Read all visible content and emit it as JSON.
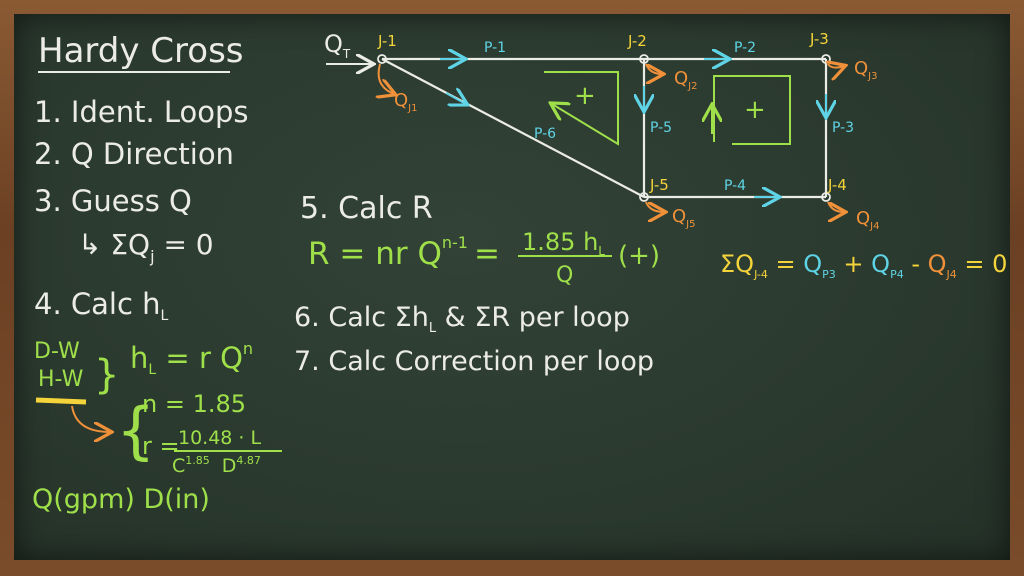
{
  "colors": {
    "white": "#ecece6",
    "green": "#9fe04a",
    "cyan": "#5fd4e6",
    "orange": "#f0913a",
    "yellow": "#f4d43a"
  },
  "left_panel": {
    "title": "Hardy Cross",
    "step1": "1. Ident. Loops",
    "step2": "2. Q  Direction",
    "step3": "3. Guess Q",
    "step3_sub": "↳ ΣQ",
    "step3_sub_j": "j",
    "step3_sub_eq": " = 0",
    "step4": "4. Calc h",
    "step4_sub": "L",
    "dw": "D-W",
    "hw": "H-W",
    "brace": "}",
    "hl_lhs": "h",
    "hl_lhs_sub": "L",
    "hl_rhs": " = r Q",
    "hl_exp": "n",
    "n_eq": "n = 1.85",
    "r_lhs": "r =",
    "r_num": "10.48 · L",
    "r_den_c": "C",
    "r_den_c_exp": "1.85",
    "r_den_d": "D",
    "r_den_d_exp": "4.87",
    "units": "Q(gpm) D(in)"
  },
  "middle_panel": {
    "step5": "5. Calc R",
    "r_formula_lhs": "R = nr Q",
    "r_formula_exp": "n-1",
    "r_formula_eq": "=",
    "r_frac_num": "1.85 h",
    "r_frac_num_sub": "L",
    "r_frac_den": "Q",
    "r_sign": "(+)",
    "step6": "6. Calc Σh",
    "step6_sub": "L",
    "step6_rest": " & ΣR per loop",
    "step7": "7. Calc Correction per loop"
  },
  "network": {
    "qt": "Q",
    "qt_sub": "T",
    "junctions": {
      "j1": "J-1",
      "j2": "J-2",
      "j3": "J-3",
      "j4": "J-4",
      "j5": "J-5"
    },
    "pipes": {
      "p1": "P-1",
      "p2": "P-2",
      "p3": "P-3",
      "p4": "P-4",
      "p5": "P-5",
      "p6": "P-6"
    },
    "demands": {
      "qj1": "Q",
      "qj1_sub": "J1",
      "qj2": "Q",
      "qj2_sub": "J2",
      "qj3": "Q",
      "qj3_sub": "J3",
      "qj4": "Q",
      "qj4_sub": "J4",
      "qj5": "Q",
      "qj5_sub": "J5"
    },
    "loop_sign_1": "+",
    "loop_sign_2": "+"
  },
  "balance": {
    "sigma": "ΣQ",
    "sigma_sub": "J-4",
    "eq": " = ",
    "qp3": "Q",
    "qp3_sub": "P3",
    "plus": " + ",
    "qp4": "Q",
    "qp4_sub": "P4",
    "minus": " - ",
    "qj4": "Q",
    "qj4_sub": "J4",
    "zero": " = 0"
  }
}
